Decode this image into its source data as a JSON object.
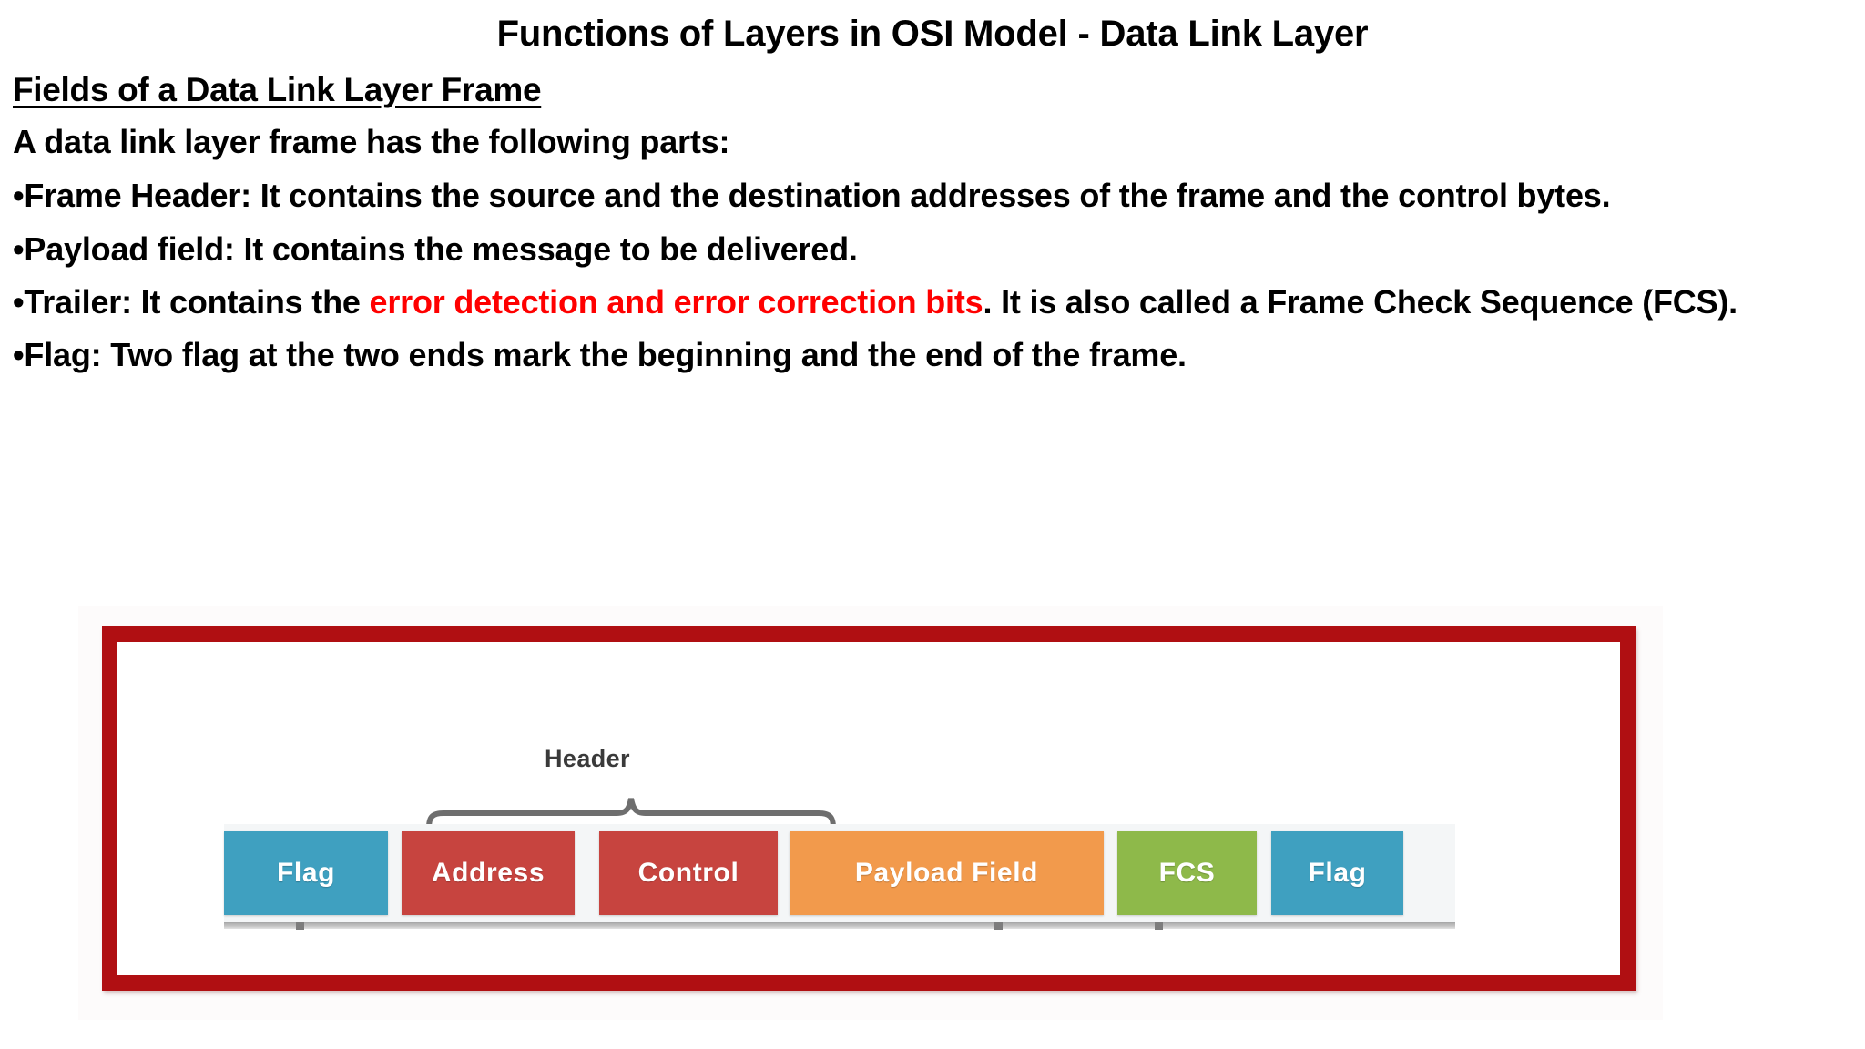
{
  "slide": {
    "title": "Functions of Layers in OSI Model - Data Link Layer",
    "heading": "Fields of a Data Link Layer Frame",
    "lead": "A data link layer frame has the following parts:",
    "bullet_char": "•",
    "bullets": [
      {
        "id": "frame-header",
        "text_before": "Frame Header: It contains the source and the destination addresses of the frame and the control bytes.",
        "highlight": "",
        "text_after": ""
      },
      {
        "id": "payload-field",
        "text_before": "Payload field: It contains the message to be delivered.",
        "highlight": "",
        "text_after": ""
      },
      {
        "id": "trailer",
        "text_before": "Trailer: It contains the ",
        "highlight": "error detection and error correction bits",
        "text_after": ". It is also called a Frame Check Sequence (FCS)."
      },
      {
        "id": "flag",
        "text_before": "Flag: Two flag at the two ends mark the beginning and the end of the frame.",
        "highlight": "",
        "text_after": ""
      }
    ]
  },
  "diagram": {
    "header_label": "Header",
    "border_color": "#b00f12",
    "fields": [
      {
        "name": "flag-left",
        "label": "Flag",
        "color": "#3fa0c0"
      },
      {
        "name": "address",
        "label": "Address",
        "color": "#c7443f"
      },
      {
        "name": "control",
        "label": "Control",
        "color": "#c7443f"
      },
      {
        "name": "payload-field",
        "label": "Payload Field",
        "color": "#f29a4c"
      },
      {
        "name": "fcs",
        "label": "FCS",
        "color": "#8eb94a"
      },
      {
        "name": "flag-right",
        "label": "Flag",
        "color": "#3fa0c0"
      }
    ]
  },
  "colors": {
    "highlight_red": "#FF0000",
    "frame_red": "#b00f12",
    "text_black": "#000000"
  }
}
